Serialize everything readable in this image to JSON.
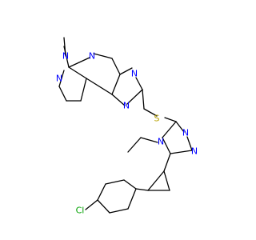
{
  "colors": {
    "background": "#ffffff",
    "bond": "#000000",
    "nitrogen": "#0000ff",
    "sulfur": "#b8a200",
    "chlorine": "#00a000"
  },
  "atoms": {
    "n_methyl": "N",
    "n_pyrazole": "N",
    "n_pyrimidine": "N",
    "n_fused_top": "N",
    "n_triazole_a": "N",
    "n_triazole_b": "N",
    "sulfur": "S",
    "n_ethyl": "N",
    "n_right_top": "N",
    "n_right_bottom": "N",
    "chlorine": "Cl"
  }
}
